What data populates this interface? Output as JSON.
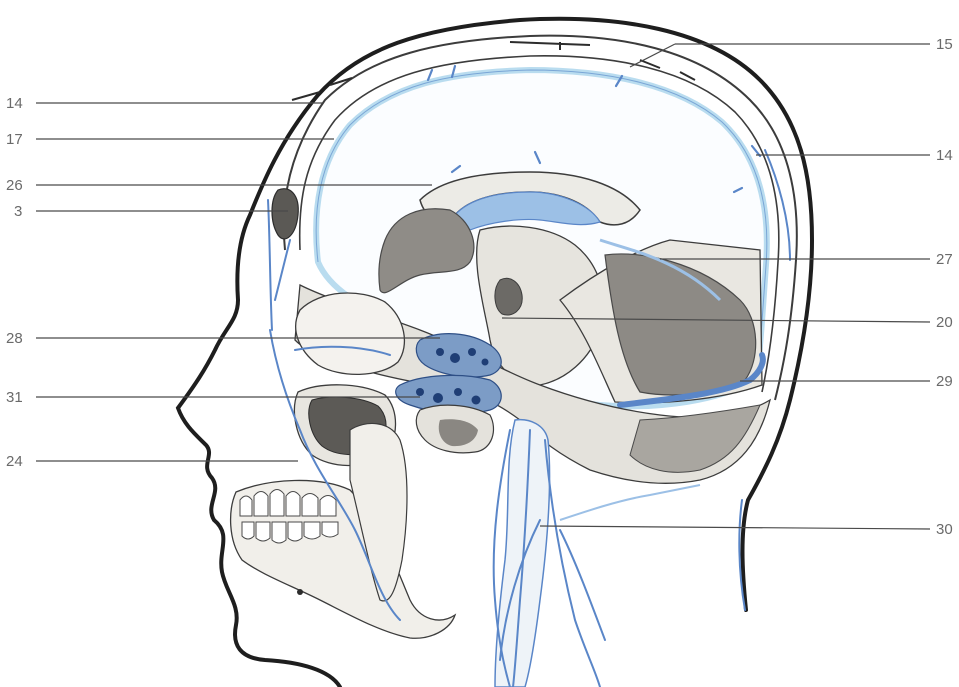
{
  "labels": {
    "left": [
      "14",
      "17",
      "26",
      "3",
      "28",
      "31",
      "24"
    ],
    "right": [
      "15",
      "14",
      "27",
      "20",
      "29",
      "30"
    ]
  },
  "colors": {
    "outline": "#1e1e1e",
    "vein_blue": "#5a86c8",
    "vein_light": "#b9dcef",
    "bone": "#e4e2dc",
    "bone_shade": "#8a8782",
    "leader": "#4a4a4a",
    "label_text": "#6a6a6a"
  }
}
